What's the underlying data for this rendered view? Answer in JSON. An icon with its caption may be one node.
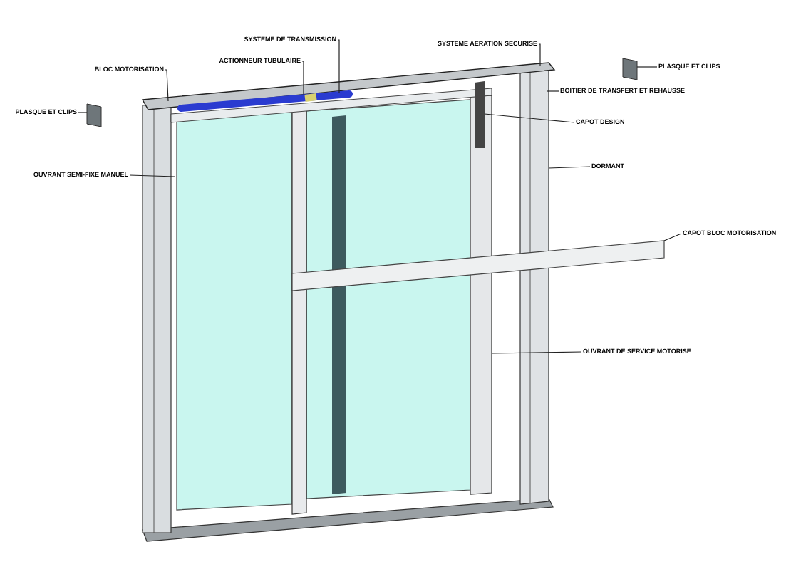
{
  "diagram": {
    "nodes": [
      {
        "text": [
          "SYSTEME DE TRANSMISSION"
        ]
      },
      {
        "text": [
          "ACTIONNEUR TUBULAIRE"
        ]
      },
      {
        "text": [
          "SYSTEME AERATION SECURISE"
        ]
      },
      {
        "text": [
          "BLOC MOTORISATION"
        ]
      },
      {
        "text": [
          "PLASQUE ET CLIPS"
        ]
      },
      {
        "text": [
          "PLASQUE ET CLIPS"
        ]
      },
      {
        "text": [
          "BOITIER DE TRANSFERT ET REHAUSSE"
        ]
      },
      {
        "text": [
          "CAPOT DESIGN"
        ]
      },
      {
        "text": [
          "DORMANT"
        ]
      },
      {
        "text": [
          "OUVRANT SEMI-FIXE MANUEL"
        ]
      },
      {
        "text": [
          "CAPOT BLOC MOTORISATION"
        ]
      },
      {
        "text": [
          "OUVRANT DE SERVICE MOTORISE"
        ]
      },
      {
        "text": [],
        "shape": "box"
      },
      {
        "text": [],
        "shape": "box"
      }
    ],
    "edges": [
      {
        "from": 0,
        "to": null,
        "arrow": "none"
      },
      {
        "from": 1,
        "to": null,
        "arrow": "none"
      },
      {
        "from": 2,
        "to": null,
        "arrow": "none"
      },
      {
        "from": 3,
        "to": null,
        "arrow": "none"
      },
      {
        "from": 4,
        "to": 12,
        "arrow": "none"
      },
      {
        "from": 5,
        "to": 13,
        "arrow": "none"
      },
      {
        "from": 6,
        "to": null,
        "arrow": "none"
      },
      {
        "from": 7,
        "to": null,
        "arrow": "none"
      },
      {
        "from": 8,
        "to": null,
        "arrow": "none"
      },
      {
        "from": 9,
        "to": null,
        "arrow": "none"
      },
      {
        "from": 10,
        "to": null,
        "arrow": "none"
      },
      {
        "from": 11,
        "to": null,
        "arrow": "none"
      }
    ]
  }
}
